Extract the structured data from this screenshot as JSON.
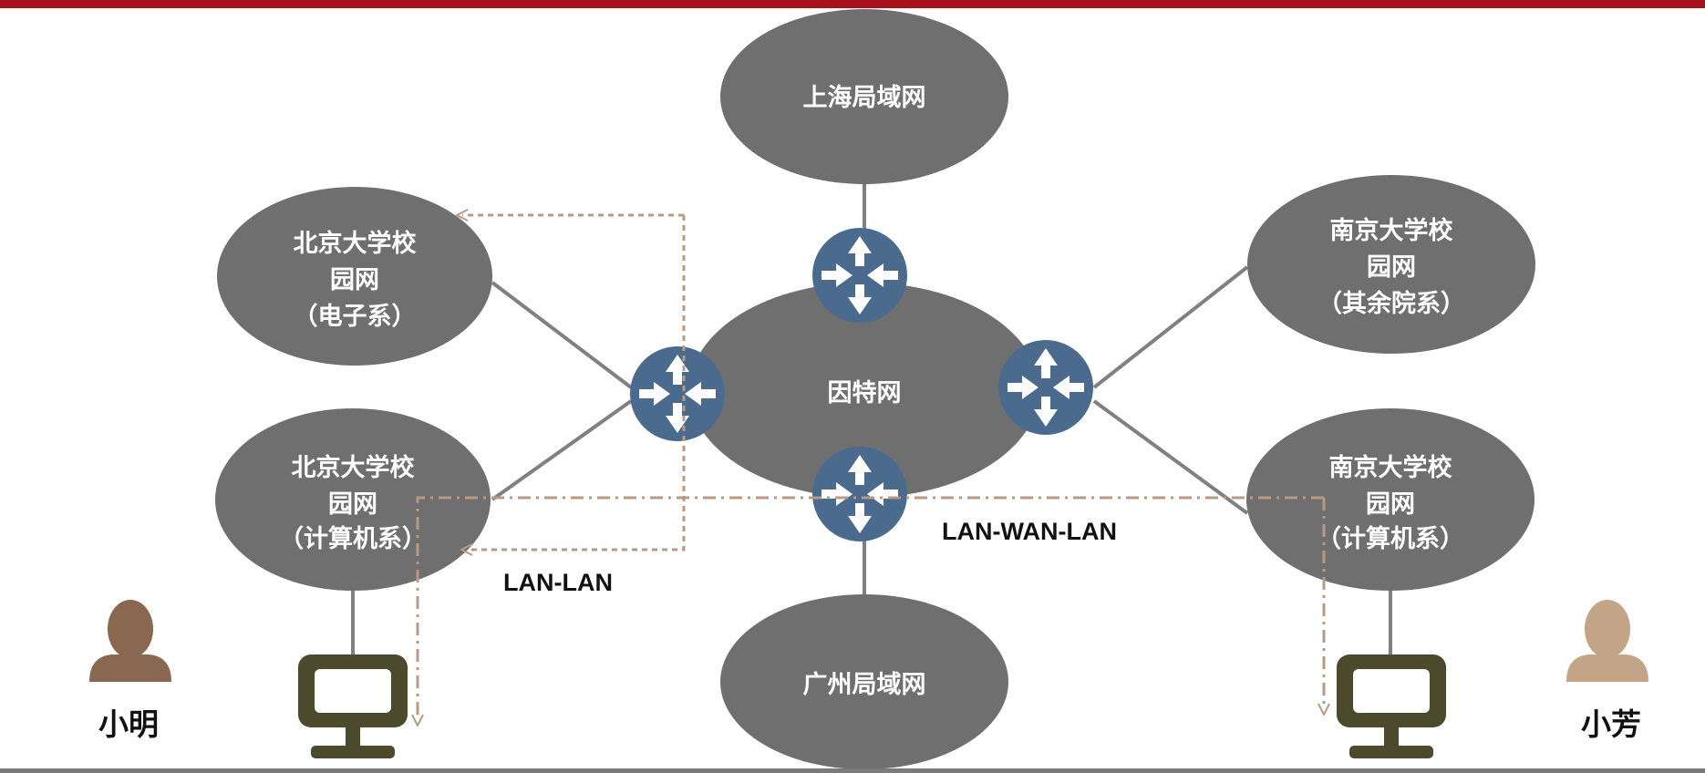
{
  "colors": {
    "header_bar": "#a8101c",
    "node_fill": "#6f6f6f",
    "router_fill": "#4a6a8e",
    "connector_line": "#808080",
    "dashed_path": "#b89a84",
    "computer": "#4b4a2c",
    "person_left": "#8a6750",
    "person_right": "#c3a486"
  },
  "nodes": {
    "internet": "因特网",
    "shanghai": "上海局域网",
    "guangzhou": "广州局域网",
    "beijing_ee": [
      "北京大学校",
      "园网",
      "（电子系）"
    ],
    "beijing_cs": [
      "北京大学校",
      "园网",
      "（计算机系）"
    ],
    "nanjing_other": [
      "南京大学校",
      "园网",
      "（其余院系）"
    ],
    "nanjing_cs": [
      "南京大学校",
      "园网",
      "（计算机系）"
    ]
  },
  "labels": {
    "lan_lan": "LAN-LAN",
    "lan_wan_lan": "LAN-WAN-LAN"
  },
  "people": {
    "left": "小明",
    "right": "小芳"
  },
  "icons": {
    "router": "router-icon",
    "computer": "computer-icon",
    "person": "person-icon"
  }
}
